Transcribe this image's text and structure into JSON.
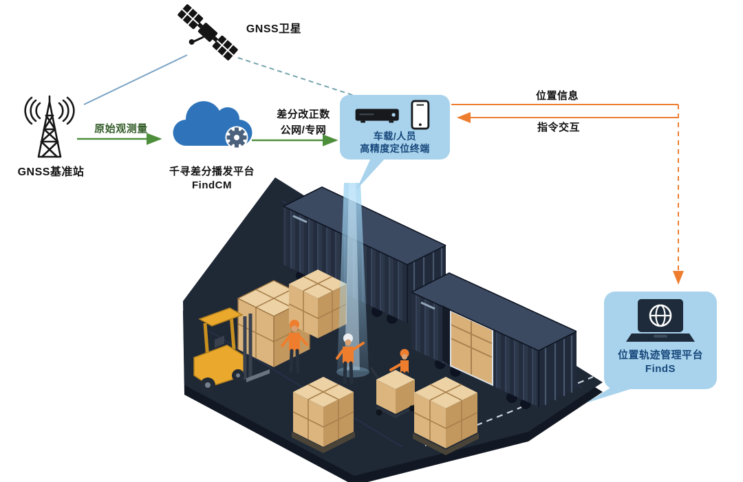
{
  "labels": {
    "satellite": "GNSS卫星",
    "base_station": "GNSS基准站",
    "cloud_title": "千寻差分播发平台",
    "cloud_subtitle": "FindCM",
    "raw_observation": "原始观测量",
    "correction_line1": "差分改正数",
    "correction_line2": "公网/专网",
    "terminal_line1": "车载/人员",
    "terminal_line2": "高精度定位终端",
    "position_info": "位置信息",
    "command_interaction": "指令交互",
    "platform_title": "位置轨迹管理平台",
    "platform_subtitle": "FindS"
  },
  "colors": {
    "panel_background": "#a9d3ec",
    "panel_text": "#17477b",
    "arrow_green": "#4e8f3c",
    "arrow_orange": "#ee7d2f",
    "satellite_link": "#7ba3c4",
    "satellite_dashed_link": "#74a4ac",
    "raw_observation_label": "#355e2b",
    "label_text": "#121212",
    "cloud_blue": "#2f74ba",
    "scene_floor": "#1f2835",
    "container_body": "#2c3749",
    "box_tan": "#dcb57e",
    "forklift_yellow": "#eaa92c",
    "vest_orange": "#ee7e2e",
    "beam_blue": "#9fd4f2"
  }
}
